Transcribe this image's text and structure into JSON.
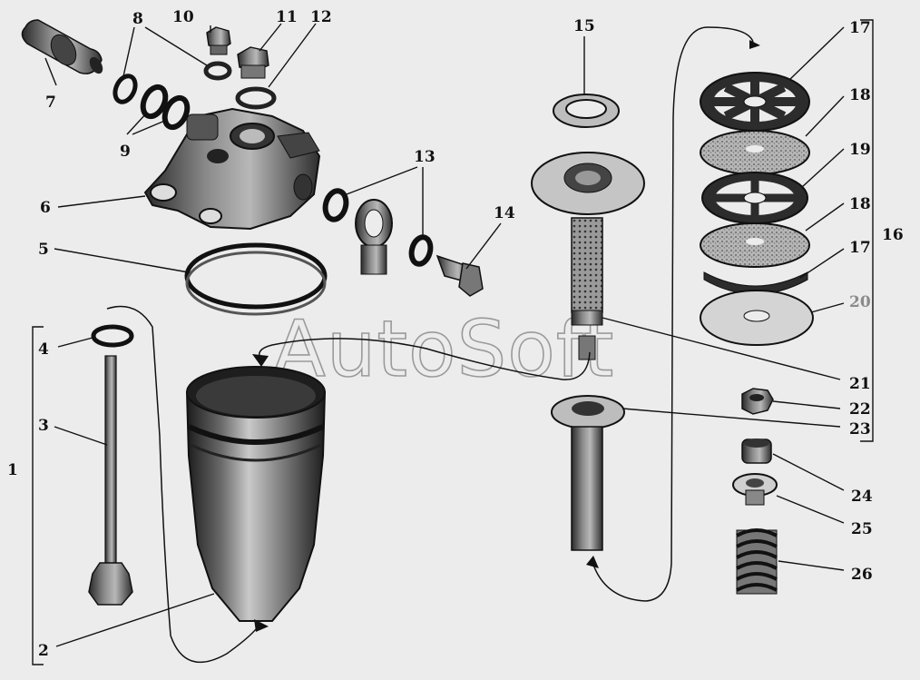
{
  "watermark": "AutoSoft",
  "labels": {
    "l1": "1",
    "l2": "2",
    "l3": "3",
    "l4": "4",
    "l5": "5",
    "l6": "6",
    "l7": "7",
    "l8": "8",
    "l9": "9",
    "l10": "10",
    "l11": "11",
    "l12": "12",
    "l13": "13",
    "l14": "14",
    "l15": "15",
    "l16": "16",
    "l17a": "17",
    "l17b": "17",
    "l18a": "18",
    "l18b": "18",
    "l19": "19",
    "l20": "20",
    "l21": "21",
    "l22": "22",
    "l23": "23",
    "l24": "24",
    "l25": "25",
    "l26": "26"
  }
}
